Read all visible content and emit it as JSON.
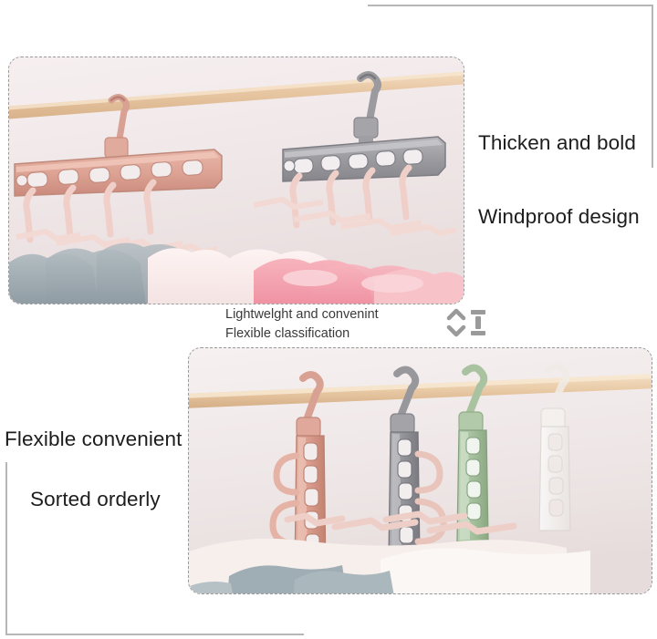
{
  "page": {
    "title": "Multi-port clothes hanger product feature board",
    "background_color": "#ffffff",
    "text_color": "#1d1d1d",
    "rule_color": "#b6b6b6",
    "dash_border_color": "#9a9a9a"
  },
  "captions": {
    "thicken": "Thicken and bold",
    "windproof": "Windproof design",
    "flexible_convenient": "Flexible convenient",
    "sorted_orderly": "Sorted orderly",
    "lightweight_line1": "Lightwelght and convenint",
    "lightweight_line2": "Flexible classification"
  },
  "icons": {
    "resize_vertical": "up-down-adjust-icon"
  },
  "photos": {
    "top": {
      "name": "hangers-horizontal-on-rod-photo",
      "alt": "Two multi-port hangers, rose-gold and grey, hung horizontally from a wooden rod with grey and pink t-shirts below",
      "rod_color": "#e7c9a6",
      "hanger_colors": [
        "#e0a99c",
        "#9a9a9e",
        "#f0d2cd"
      ],
      "garment_colors": [
        "#9aa7ad",
        "#f3a3ae",
        "#f6b7be",
        "#ffffff"
      ]
    },
    "bottom": {
      "name": "hangers-vertical-on-rod-photo",
      "alt": "Four multi-port hangers in rose, grey, green and white hung vertically from a wooden rod",
      "rod_color": "#e7c9a6",
      "hanger_colors": [
        "#d9a093",
        "#8f9095",
        "#a9c3a4",
        "#f2efeb"
      ],
      "garment_colors": [
        "#f3dcd8",
        "#ffffff",
        "#aab4b8"
      ]
    }
  }
}
